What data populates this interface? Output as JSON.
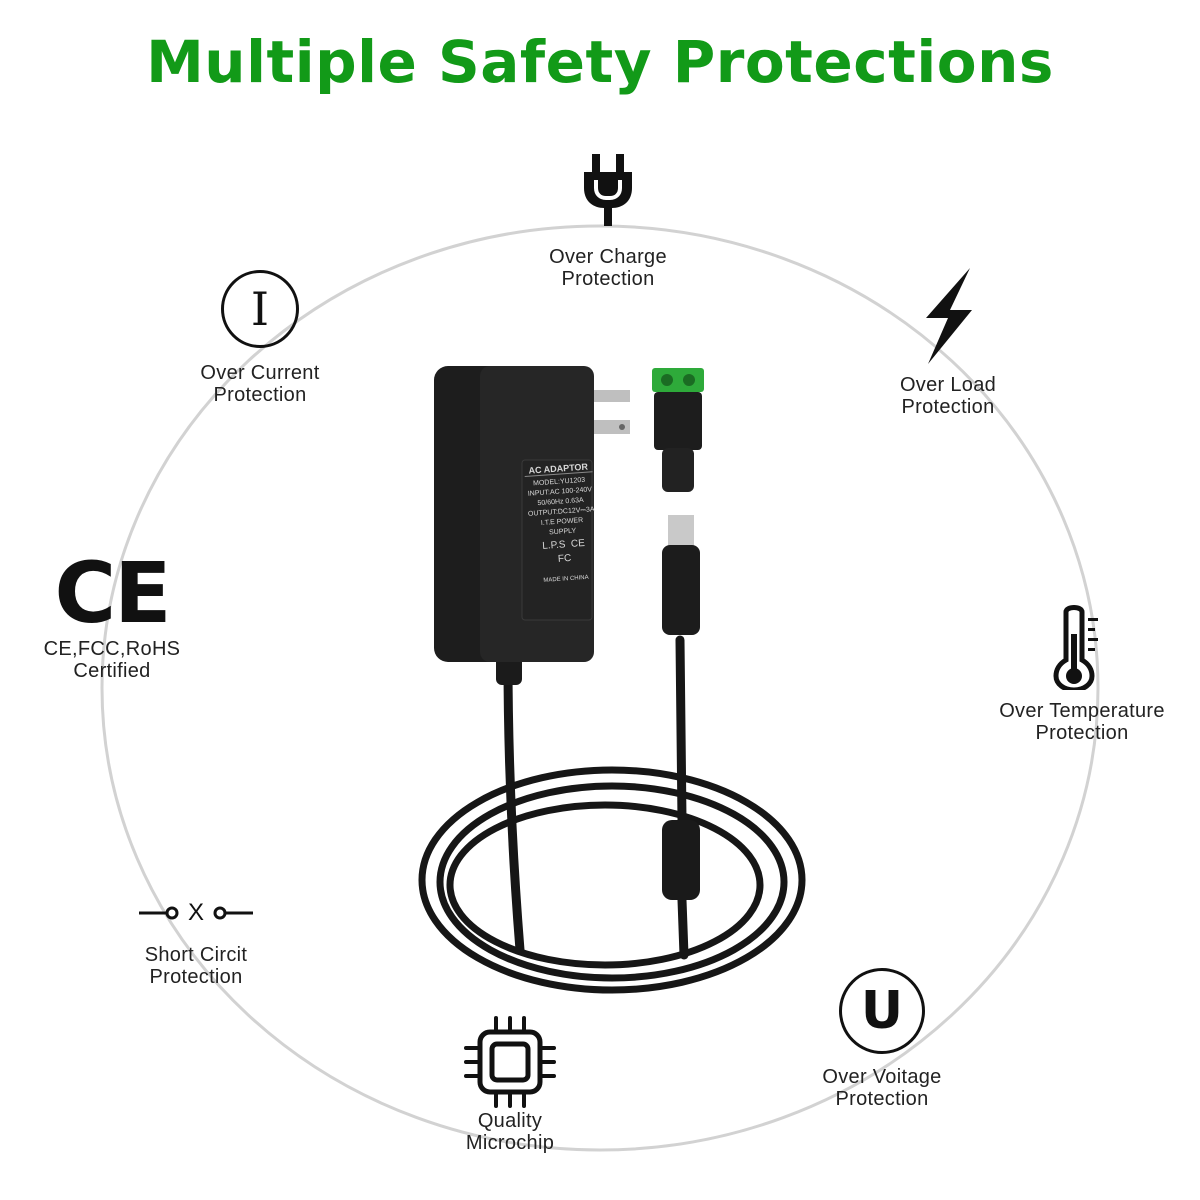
{
  "title": "Multiple Safety Protections",
  "colors": {
    "title": "#129a18",
    "icon": "#111111",
    "text": "#222222",
    "ring": "#cfcfcf"
  },
  "features": {
    "over_charge": {
      "icon": "plug-icon",
      "line1": "Over Charge",
      "line2": "Protection"
    },
    "over_current": {
      "icon": "current-i-icon",
      "glyph": "I",
      "line1": "Over Current",
      "line2": "Protection"
    },
    "over_load": {
      "icon": "lightning-icon",
      "line1": "Over Load",
      "line2": "Protection"
    },
    "certified": {
      "icon": "ce-mark-icon",
      "glyph": "CE",
      "line1": "CE,FCC,RoHS",
      "line2": "Certified"
    },
    "over_temperature": {
      "icon": "thermometer-icon",
      "line1": "Over Temperature",
      "line2": "Protection"
    },
    "short_circuit": {
      "icon": "open-switch-icon",
      "glyph": "X",
      "line1": "Short Circit",
      "line2": "Protection"
    },
    "quality_chip": {
      "icon": "microchip-icon",
      "line1": "Quality",
      "line2": "Microchip"
    },
    "over_voltage": {
      "icon": "voltage-u-icon",
      "glyph": "U",
      "line1": "Over Voitage",
      "line2": "Protection"
    }
  },
  "adaptor_label": {
    "heading": "AC ADAPTOR",
    "lines": [
      "MODEL:YU1203",
      "INPUT:AC 100-240V",
      "50/60Hz 0.63A",
      "OUTPUT:DC12V⎓3A",
      "I.T.E POWER SUPPLY"
    ],
    "lps": "L.P.S",
    "ce": "CE",
    "fc": "FC",
    "made_in": "MADE IN CHINA"
  }
}
